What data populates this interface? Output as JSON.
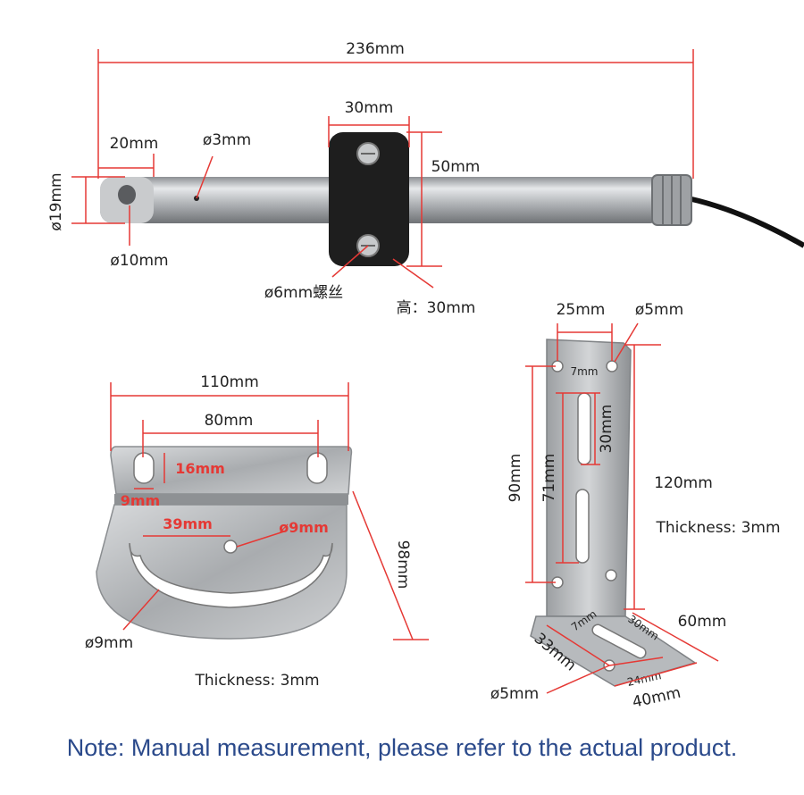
{
  "colors": {
    "dimension_line": "#e53935",
    "note_text": "#2b4a8b",
    "steel": "#b9bcbf",
    "clamp": "#1e1e1e"
  },
  "sensor": {
    "total_length": "236mm",
    "tip_length": "20mm",
    "hole_dia": "ø3mm",
    "clamp_width": "30mm",
    "clamp_height_side": "50mm",
    "tube_dia": "ø19mm",
    "tip_hole_dia": "ø10mm",
    "screw": "ø6mm螺丝",
    "height": "高：30mm"
  },
  "round_bracket": {
    "width_outer": "110mm",
    "width_holes": "80mm",
    "slot_len": "16mm",
    "slot_width": "9mm",
    "center_offset": "39mm",
    "center_hole": "ø9mm",
    "height": "98mm",
    "slot_hole": "ø9mm",
    "thickness": "Thickness: 3mm"
  },
  "l_bracket": {
    "hole_spacing": "25mm",
    "hole_dia_top": "ø5mm",
    "hole_offset": "7mm",
    "slot_len": "30mm",
    "span_90": "90mm",
    "span_71": "71mm",
    "height": "120mm",
    "thickness": "Thickness: 3mm",
    "base_len": "60mm",
    "base_slot_w": "7mm",
    "base_slot_len": "30mm",
    "base_depth": "33mm",
    "base_inner": "24mm",
    "hole_dia_bottom": "ø5mm",
    "base_width": "40mm"
  },
  "note": "Note: Manual measurement, please refer to the actual product."
}
